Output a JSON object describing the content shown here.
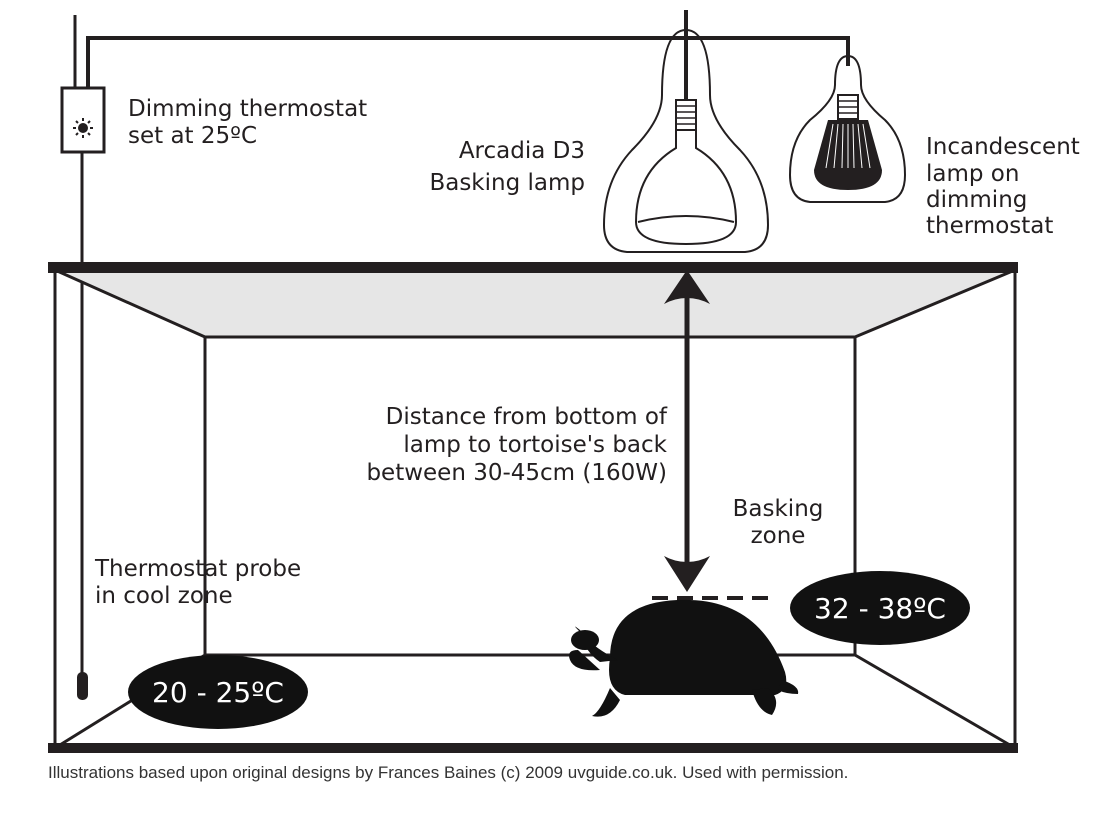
{
  "labels": {
    "thermostat_line1": "Dimming thermostat",
    "thermostat_line2": "set at 25ºC",
    "basking_lamp_line1": "Arcadia D3",
    "basking_lamp_line2": "Basking lamp",
    "incandescent_line1": "Incandescent",
    "incandescent_line2": "lamp on",
    "incandescent_line3": "dimming",
    "incandescent_line4": "thermostat",
    "distance_line1": "Distance from bottom of",
    "distance_line2": "lamp to tortoise's back",
    "distance_line3": "between 30-45cm (160W)",
    "basking_zone_line1": "Basking",
    "basking_zone_line2": "zone",
    "probe_line1": "Thermostat probe",
    "probe_line2": "in cool zone"
  },
  "badges": {
    "cool_zone_temp": "20 - 25ºC",
    "basking_zone_temp": "32 - 38ºC"
  },
  "credit": "Illustrations based upon original designs by Frances Baines (c) 2009 uvguide.co.uk. Used with permission.",
  "colors": {
    "ink": "#231f20",
    "ceiling": "#e6e6e6",
    "badge_fill": "#111111",
    "badge_text": "#ffffff"
  }
}
